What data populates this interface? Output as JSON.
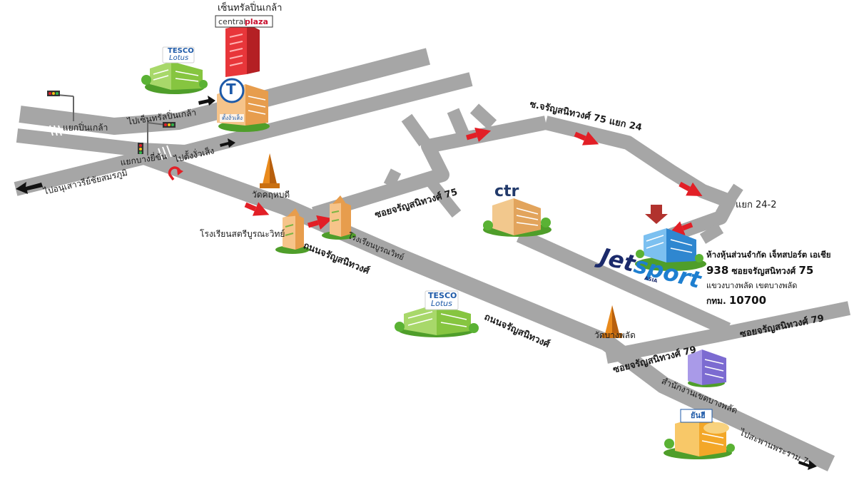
{
  "roads": {
    "charan_main_1": "ถนนจรัญสนิทวงศ์",
    "charan_main_2": "ถนนจรัญสนิทวงศ์",
    "soi_75": "ซอยจรัญสนิทวงศ์ 75",
    "soi_75_24": "ซ.จรัญสนิทวงศ์ 75 แยก 24",
    "junction_24_2": "แยก 24-2",
    "soi_79_center": "ซอยจรัญสนิทวงศ์ 79",
    "soi_79_right": "ซอยจรัญสนิทวงศ์ 79"
  },
  "directions": {
    "to_central_pinklao": "ไปเซ็นทรัลปิ่นเกล้า",
    "to_tua_tueng": "ไปตั้งงั่วเส็ง",
    "to_victory_monument": "ไปอนุเสาวรีย์ชัยสมรภูมิ",
    "to_rama7_bridge": "ไปสะพานพระราม 7"
  },
  "junctions": {
    "pinklao": "แยกปิ่นเกล้า",
    "bang_yi_khan": "แยกบางยี่ขัน"
  },
  "places": {
    "central_pinklao": "เซ็นทรัลปิ่นเกล้า",
    "central_logo_left": "central",
    "central_logo_right": "plaza",
    "tesco_top_1": "TESCO",
    "tesco_top_2": "Lotus",
    "tesco_bottom_1": "TESCO",
    "tesco_bottom_2": "Lotus",
    "t_logo": "T",
    "t_building_name": "ตั้งงั่วเส็ง",
    "wat_kan": "วัดคฤหบดี",
    "wat_bangphlat": "วัดบางพลัด",
    "school_satri": "โรงเรียนสตรีบูรณะวิทย์",
    "school_yothin": "โรงเรียนบูรณวิทย์",
    "ctr_logo": "ctr",
    "district_office": "สำนักงานเขตบางพลัด",
    "yanhee_logo": "ยันฮี",
    "jetsport_logo_1": "Jet",
    "jetsport_logo_2": "sport",
    "jetsport_logo_sub": "ASIA"
  },
  "address": {
    "line1": "ห้างหุ้นส่วนจำกัด เจ็ทสปอร์ต เอเชีย",
    "line2_number": "938",
    "line2_text": "ซอยจรัญสนิทวงศ์",
    "line2_soi": "75",
    "line3": "แขวงบางพลัด เขตบางพลัด",
    "line4_text": "กทม.",
    "line4_zip": "10700"
  },
  "colors": {
    "road": "#a6a6a6",
    "arrow_red": "#e21f26",
    "arrow_black": "#111111",
    "jetsport_navy": "#1b2a6b",
    "jetsport_blue": "#1e7fd0",
    "marker_red": "#b1322e",
    "tesco_blue": "#1e5aa8",
    "building_green": "#86c540",
    "central_red": "#e8363a",
    "temple_orange": "#e98a1c",
    "ctr_navy": "#223a6b",
    "district_purple": "#7c6bd1",
    "yanhee_orange": "#f3a728"
  }
}
